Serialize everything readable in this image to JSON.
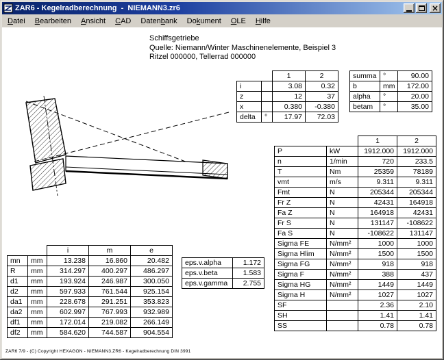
{
  "window": {
    "title": "ZAR6 - Kegelradberechnung  -  NIEMANN3.zr6",
    "close_glyph": "×"
  },
  "menu": {
    "items": [
      {
        "label": "Datei",
        "accel": 0
      },
      {
        "label": "Bearbeiten",
        "accel": 0
      },
      {
        "label": "Ansicht",
        "accel": 0
      },
      {
        "label": "CAD",
        "accel": 0
      },
      {
        "label": "Datenbank",
        "accel": 5
      },
      {
        "label": "Dokument",
        "accel": 2
      },
      {
        "label": "OLE",
        "accel": 0
      },
      {
        "label": "Hilfe",
        "accel": 0
      }
    ]
  },
  "header": {
    "line1": "Schiffsgetriebe",
    "line2": "Quelle: Niemann/Winter Maschinenelemente, Beispiel 3",
    "line3": "Ritzel 000000, Tellerrad 000000"
  },
  "tables": {
    "ratio": {
      "header": [
        "",
        "",
        "1",
        "2"
      ],
      "rows": [
        [
          "i",
          "",
          "3.08",
          "0.32"
        ],
        [
          "z",
          "",
          "12",
          "37"
        ],
        [
          "x",
          "",
          "0.380",
          "-0.380"
        ],
        [
          "delta",
          "°",
          "17.97",
          "72.03"
        ]
      ]
    },
    "geometry": {
      "rows": [
        [
          "summa",
          "°",
          "90.00"
        ],
        [
          "b",
          "mm",
          "172.00"
        ],
        [
          "alpha",
          "°",
          "20.00"
        ],
        [
          "betam",
          "°",
          "35.00"
        ]
      ]
    },
    "main": {
      "header": [
        "",
        "",
        "1",
        "2"
      ],
      "rows": [
        [
          "P",
          "kW",
          "1912.000",
          "1912.000"
        ],
        [
          "n",
          "1/min",
          "720",
          "233.5"
        ],
        [
          "T",
          "Nm",
          "25359",
          "78189"
        ],
        [
          "vmt",
          "m/s",
          "9.311",
          "9.311"
        ],
        [
          "Fmt",
          "N",
          "205344",
          "205344"
        ],
        [
          "Fr Z",
          "N",
          "42431",
          "164918"
        ],
        [
          "Fa Z",
          "N",
          "164918",
          "42431"
        ],
        [
          "Fr S",
          "N",
          "131147",
          "-108622"
        ],
        [
          "Fa S",
          "N",
          "-108622",
          "131147"
        ],
        [
          "Sigma FE",
          "N/mm²",
          "1000",
          "1000"
        ],
        [
          "Sigma Hlim",
          "N/mm²",
          "1500",
          "1500"
        ],
        [
          "Sigma FG",
          "N/mm²",
          "918",
          "918"
        ],
        [
          "Sigma F",
          "N/mm²",
          "388",
          "437"
        ],
        [
          "Sigma HG",
          "N/mm²",
          "1449",
          "1449"
        ],
        [
          "Sigma H",
          "N/mm²",
          "1027",
          "1027"
        ],
        [
          "SF",
          "",
          "2.36",
          "2.10"
        ],
        [
          "SH",
          "",
          "1.41",
          "1.41"
        ],
        [
          "SS",
          "",
          "0.78",
          "0.78"
        ]
      ]
    },
    "dimensions": {
      "header": [
        "",
        "",
        "i",
        "m",
        "e"
      ],
      "rows": [
        [
          "mn",
          "mm",
          "13.238",
          "16.860",
          "20.482"
        ],
        [
          "R",
          "mm",
          "314.297",
          "400.297",
          "486.297"
        ],
        [
          "d1",
          "mm",
          "193.924",
          "246.987",
          "300.050"
        ],
        [
          "d2",
          "mm",
          "597.933",
          "761.544",
          "925.154"
        ],
        [
          "da1",
          "mm",
          "228.678",
          "291.251",
          "353.823"
        ],
        [
          "da2",
          "mm",
          "602.997",
          "767.993",
          "932.989"
        ],
        [
          "df1",
          "mm",
          "172.014",
          "219.082",
          "266.149"
        ],
        [
          "df2",
          "mm",
          "584.620",
          "744.587",
          "904.554"
        ]
      ]
    },
    "contact": {
      "rows": [
        [
          "eps.v.alpha",
          "1.172"
        ],
        [
          "eps.v.beta",
          "1.583"
        ],
        [
          "eps.v.gamma",
          "2.755"
        ]
      ]
    }
  },
  "footer": {
    "info": "ZAR6 7/9  -  (C) Copyright HEXAGON  -  NIEMANN3.ZR6  -  Kegelradberechnung DIN 3991"
  }
}
